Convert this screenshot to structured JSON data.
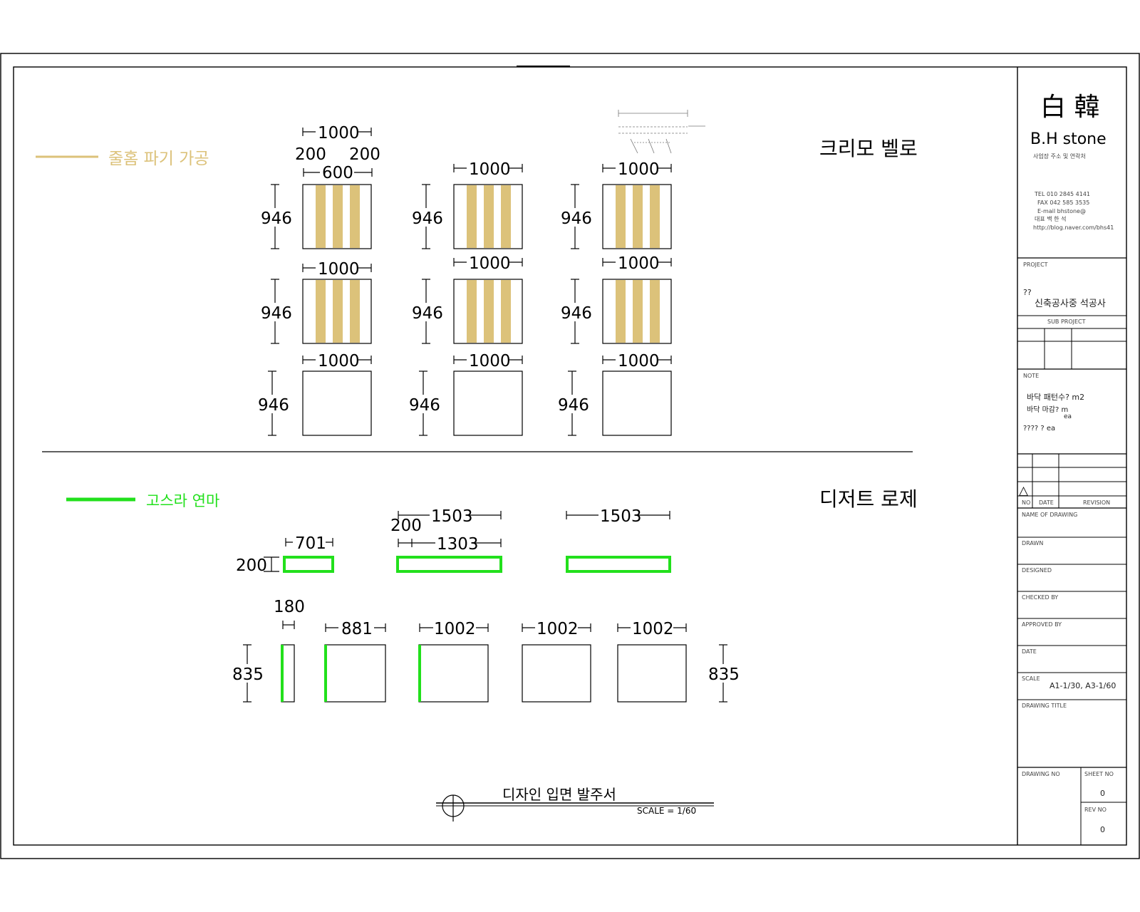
{
  "colors": {
    "groove": "#dcc27a",
    "polish": "#22e01c",
    "line": "#000000"
  },
  "sections": {
    "top": {
      "title": "크리모 벨로",
      "legend": "줄홈 파기 가공",
      "dims": {
        "w1000": "1000",
        "w600": "600",
        "w200": "200",
        "h946": "946"
      }
    },
    "bottom": {
      "title": "디저트 로제",
      "legend": "고스라 연마",
      "dims": {
        "w701": "701",
        "h200": "200",
        "w1503": "1503",
        "w1303": "1303",
        "w200": "200",
        "w180": "180",
        "w881": "881",
        "w1002": "1002",
        "h835": "835"
      }
    }
  },
  "footer": {
    "title": "디자인 입면 발주서",
    "scale": "SCALE = 1/60"
  },
  "title_block": {
    "logo_chinese": "白 韓",
    "logo_english": "B.H stone",
    "company_lines": [
      "사업장 주소 및 연락처",
      "TEL 010 2845 4141",
      "FAX 042 585 3535",
      "E-mail bhstone@",
      "대표 백 한 석",
      "http://blog.naver.com/bhs41"
    ],
    "project_label": "PROJECT",
    "project_marks": "??",
    "project_name": "신축공사중 석공사",
    "sub_label": "SUB PROJECT",
    "note_label": "NOTE",
    "note_lines": [
      "바닥 패턴수? m2",
      "바닥 마감? m",
      "???? ? ea"
    ],
    "note_unit": "ea",
    "revision_triangle": "△",
    "rev_headers": [
      "NO",
      "DATE",
      "REVISION"
    ],
    "fields": [
      "NAME OF DRAWING",
      "DRAWN",
      "DESIGNED",
      "CHECKED BY",
      "APPROVED BY",
      "DATE",
      "SCALE",
      "DRAWING TITLE"
    ],
    "scale_value": "A1-1/30, A3-1/60",
    "drawing_no_label": "DRAWING NO",
    "sheet_no_label": "SHEET NO",
    "sheet_no": "0",
    "rev_no_label": "REV NO",
    "rev_no": "0"
  }
}
